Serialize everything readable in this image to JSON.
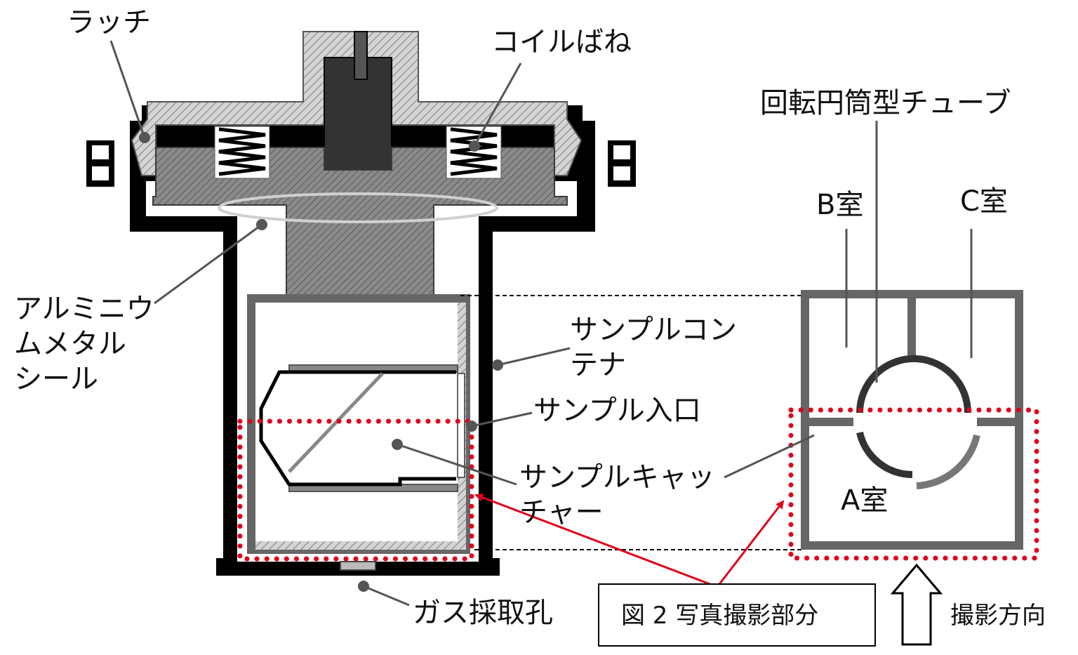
{
  "labels": {
    "latch": "ラッチ",
    "coil_spring": "コイルばね",
    "aluminium_seal_line1": "アルミニウ",
    "aluminium_seal_line2": "ムメタル",
    "aluminium_seal_line3": "シール",
    "sample_container_line1": "サンプルコン",
    "sample_container_line2": "テナ",
    "sample_inlet": "サンプル入口",
    "sample_catcher_line1": "サンプルキャッ",
    "sample_catcher_line2": "チャー",
    "gas_hole": "ガス採取孔",
    "rotating_tube": "回転円筒型チューブ",
    "room_b": "B室",
    "room_c": "C室",
    "room_a": "A室",
    "photo_part": "図 2 写真撮影部分",
    "photo_direction": "撮影方向"
  },
  "colors": {
    "dark": "#000000",
    "gray": "#666666",
    "hatch_light": "#bdbdbd",
    "hatch_dark": "#8a8a8a",
    "highlight": "#e0001a"
  }
}
